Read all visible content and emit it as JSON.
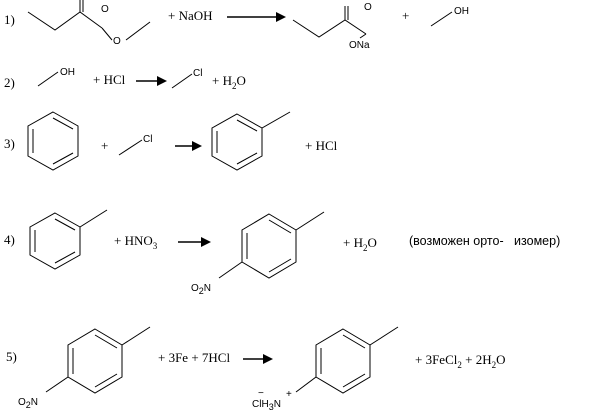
{
  "reactions": [
    {
      "number": "1)",
      "reagent": "+ NaOH",
      "plus": "+",
      "atoms": {
        "ester_o_carbonyl": "O",
        "ester_o_ether": "O",
        "acid_o": "O",
        "acid_ona": "ONa",
        "alcohol_oh": "OH"
      }
    },
    {
      "number": "2)",
      "atoms": {
        "alcohol_oh": "OH",
        "chloride_cl": "Cl"
      },
      "reagent": "+ HCl",
      "product": "+ H",
      "product_sub": "2",
      "product_tail": "O"
    },
    {
      "number": "3)",
      "plus": "+",
      "atoms": {
        "chloride_cl": "Cl"
      },
      "product": "+ HCl"
    },
    {
      "number": "4)",
      "reagent": "+ HNO",
      "reagent_sub": "3",
      "atoms": {
        "nitro_o": "O",
        "nitro_sub": "2",
        "nitro_n": "N"
      },
      "product": "+ H",
      "product_sub": "2",
      "product_tail": "O",
      "note": "(возможен орто-   изомер)"
    },
    {
      "number": "5)",
      "atoms": {
        "nitro_o": "O",
        "nitro_sub": "2",
        "nitro_n": "N",
        "cl": "Cl",
        "cl_charge": "−",
        "h3": "H",
        "h3_sub": "3",
        "n": "N",
        "n_charge": "+"
      },
      "reagent_a": "+ 3Fe + 7HCl",
      "product_a": "+ 3FeCl",
      "product_a_sub": "2",
      "product_b": " + 2H",
      "product_b_sub": "2",
      "product_b_tail": "O"
    }
  ]
}
